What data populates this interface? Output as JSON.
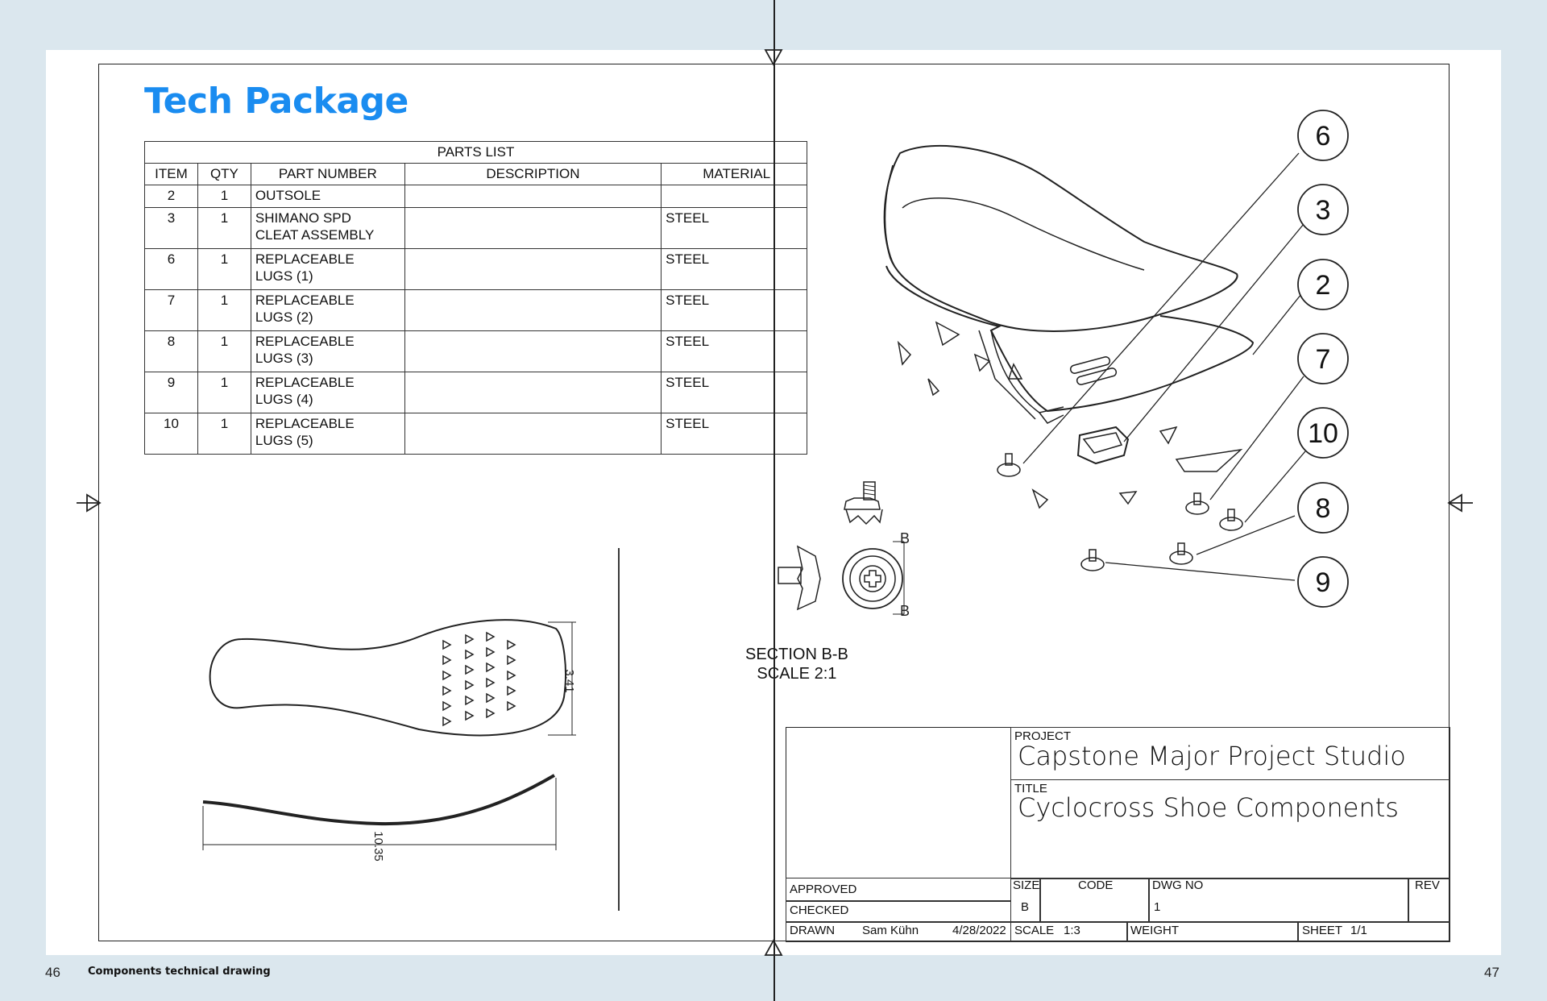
{
  "title": "Tech Package",
  "parts_list": {
    "caption": "PARTS LIST",
    "headers": [
      "ITEM",
      "QTY",
      "PART NUMBER",
      "DESCRIPTION",
      "MATERIAL"
    ],
    "rows": [
      {
        "item": "2",
        "qty": "1",
        "part_line1": "OUTSOLE",
        "part_line2": "",
        "description": "",
        "material": ""
      },
      {
        "item": "3",
        "qty": "1",
        "part_line1": "SHIMANO SPD",
        "part_line2": "CLEAT ASSEMBLY",
        "description": "",
        "material": "STEEL"
      },
      {
        "item": "6",
        "qty": "1",
        "part_line1": "REPLACEABLE",
        "part_line2": "LUGS (1)",
        "description": "",
        "material": "STEEL"
      },
      {
        "item": "7",
        "qty": "1",
        "part_line1": "REPLACEABLE",
        "part_line2": "LUGS (2)",
        "description": "",
        "material": "STEEL"
      },
      {
        "item": "8",
        "qty": "1",
        "part_line1": "REPLACEABLE",
        "part_line2": "LUGS (3)",
        "description": "",
        "material": "STEEL"
      },
      {
        "item": "9",
        "qty": "1",
        "part_line1": "REPLACEABLE",
        "part_line2": "LUGS (4)",
        "description": "",
        "material": "STEEL"
      },
      {
        "item": "10",
        "qty": "1",
        "part_line1": "REPLACEABLE",
        "part_line2": "LUGS (5)",
        "description": "",
        "material": "STEEL"
      }
    ]
  },
  "dimensions": {
    "width": "3.41",
    "length": "10.35"
  },
  "section": {
    "line1": "SECTION B-B",
    "line2": "SCALE 2:1",
    "marker": "B"
  },
  "balloons": [
    "6",
    "3",
    "2",
    "7",
    "10",
    "8",
    "9"
  ],
  "title_block": {
    "project_label": "PROJECT",
    "project": "Capstone Major Project Studio",
    "title_label": "TITLE",
    "title": "Cyclocross Shoe Components",
    "approved_label": "APPROVED",
    "checked_label": "CHECKED",
    "drawn_label": "DRAWN",
    "drawn_by": "Sam Kühn",
    "drawn_date": "4/28/2022",
    "size_label": "SIZE",
    "size": "B",
    "code_label": "CODE",
    "dwg_label": "DWG NO",
    "dwg_no": "1",
    "rev_label": "REV",
    "scale_label": "SCALE",
    "scale": "1:3",
    "weight_label": "WEIGHT",
    "sheet_label": "SHEET",
    "sheet": "1/1"
  },
  "footer": {
    "left_page": "46",
    "label": "Components technical drawing",
    "right_page": "47"
  }
}
